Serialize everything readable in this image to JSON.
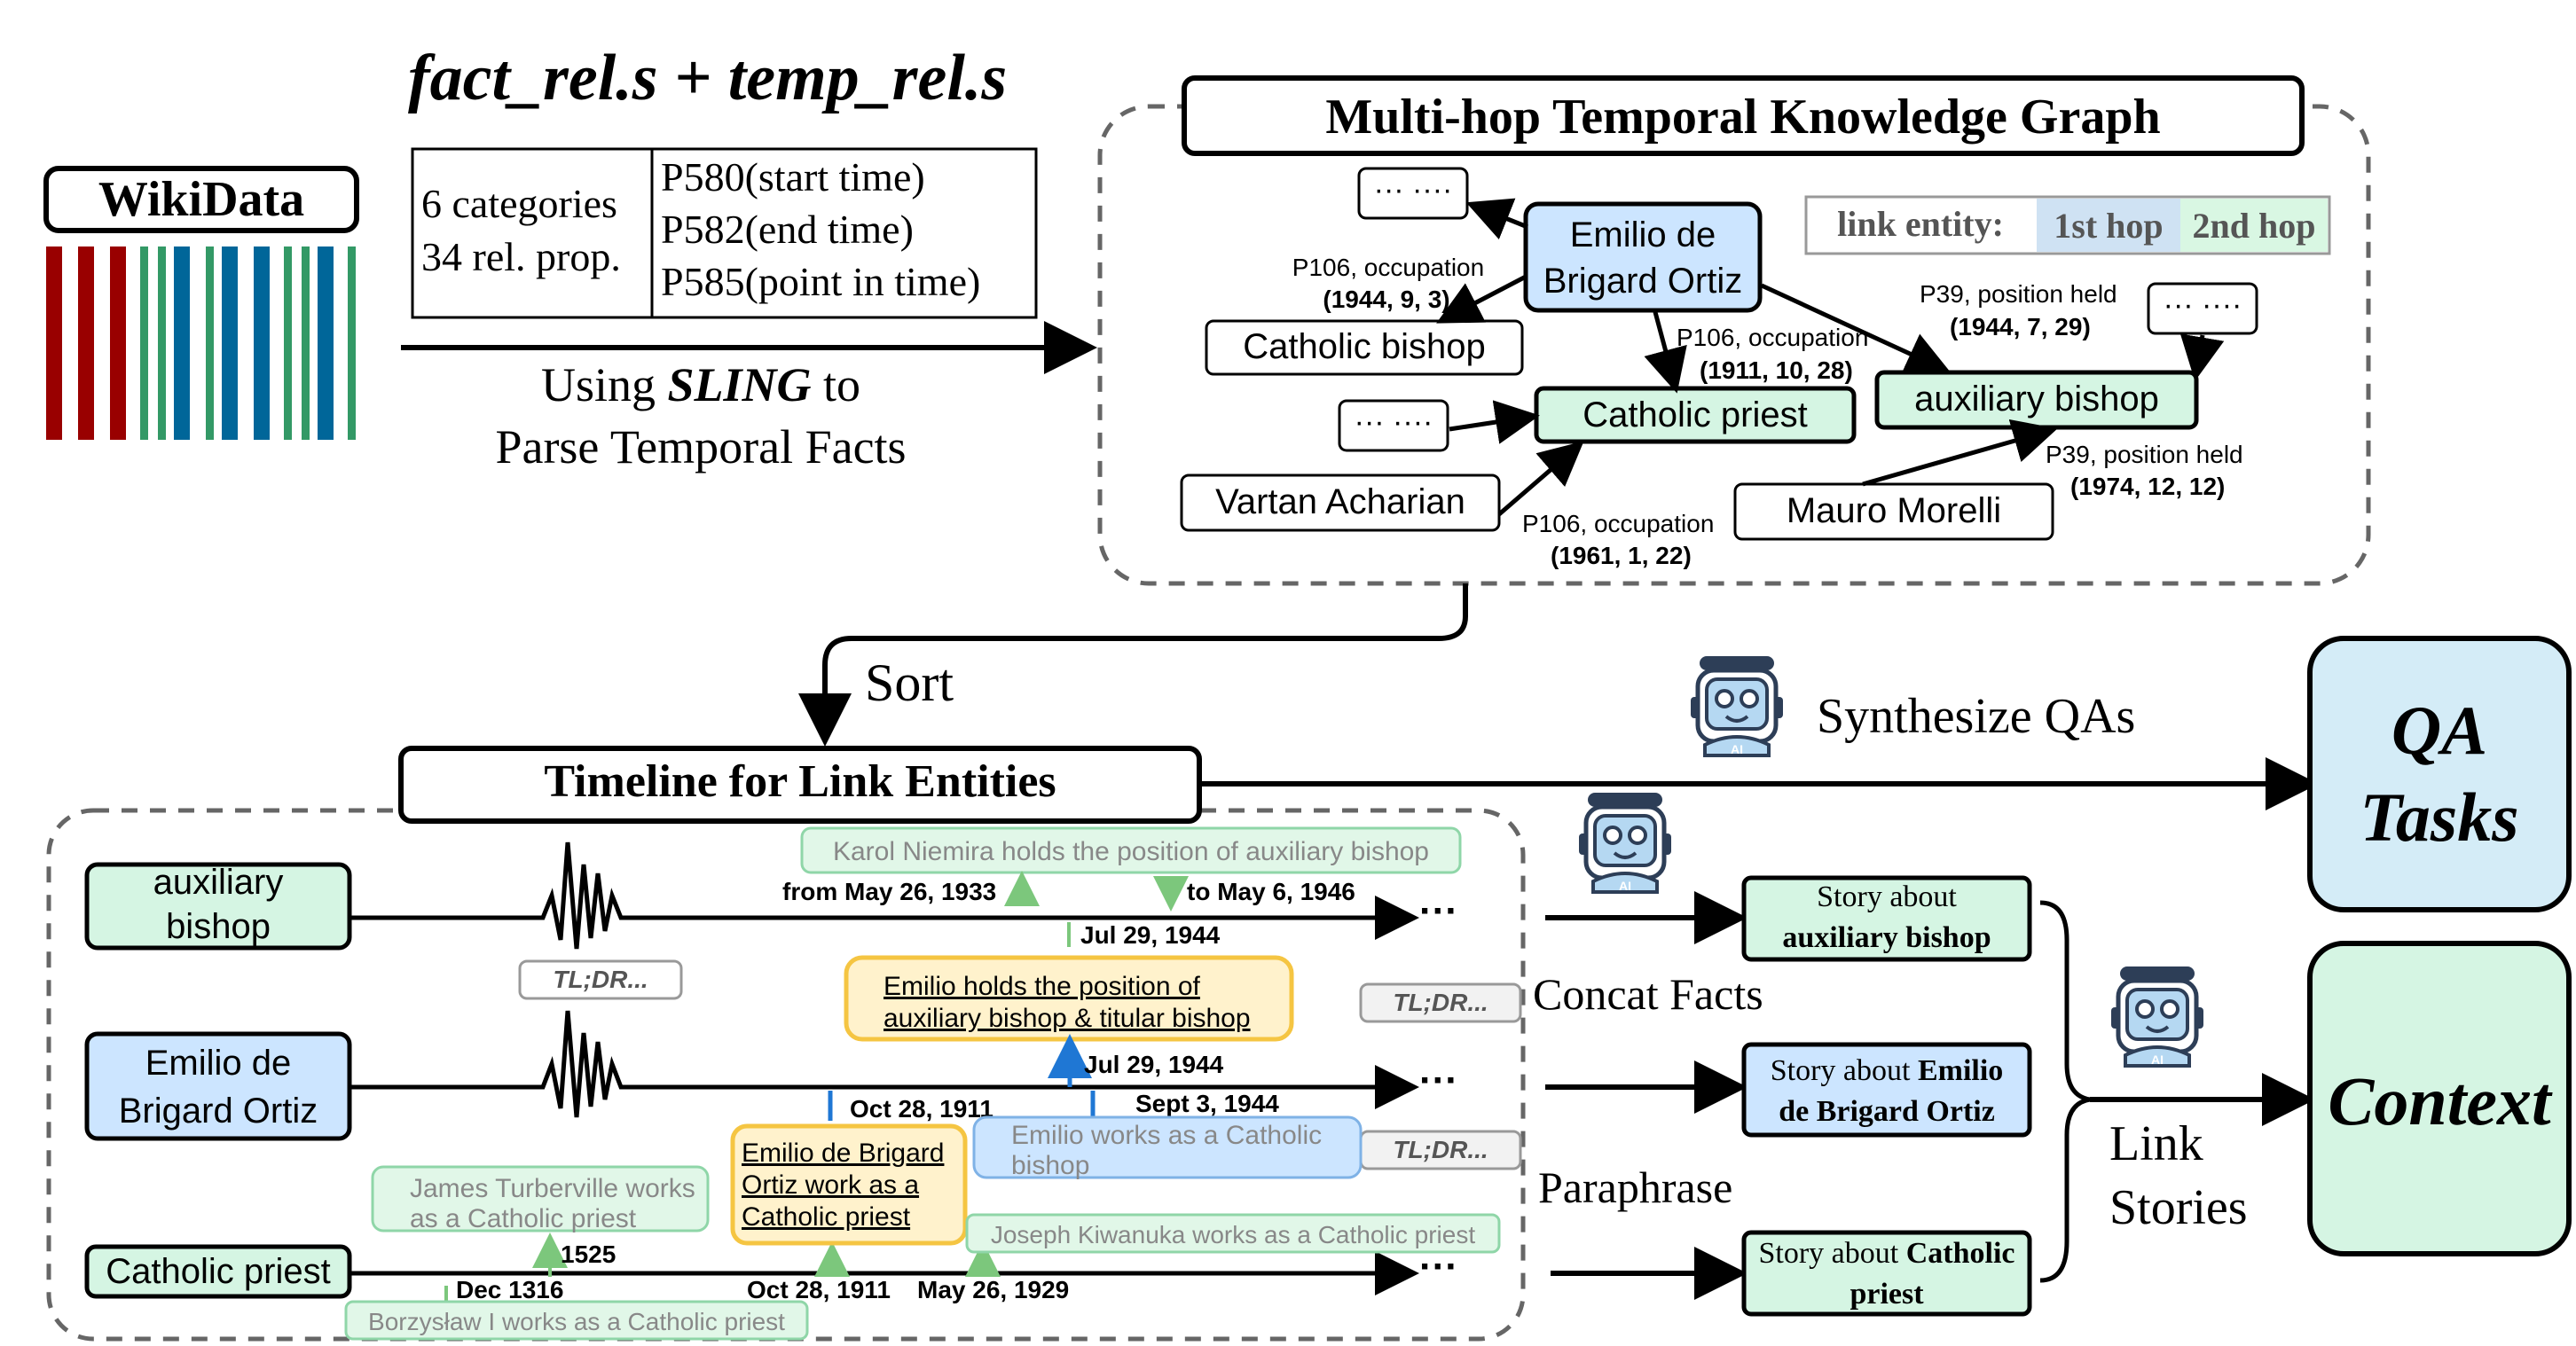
{
  "wikidata": {
    "title": "WikiData",
    "stripe_colors": [
      "#990000",
      "#339966",
      "#006699"
    ]
  },
  "relations": {
    "heading": "fact_rel.s + temp_rel.s",
    "categories": "6 categories",
    "rel_props": "34 rel. prop.",
    "p580": "P580(start time)",
    "p582": "P582(end time)",
    "p585": "P585(point in time)"
  },
  "sling": {
    "line1_pre": "Using ",
    "line1_em": "SLING",
    "line1_post": " to",
    "line2": "Parse Temporal Facts"
  },
  "graph": {
    "title": "Multi-hop Temporal Knowledge Graph",
    "legend_label": "link entity:",
    "legend_hop1": "1st hop",
    "legend_hop2": "2nd hop",
    "ellipsis": "··· ····",
    "emilio_line1": "Emilio de",
    "emilio_line2": "Brigard Ortiz",
    "catholic_bishop": "Catholic bishop",
    "catholic_priest": "Catholic priest",
    "auxiliary_bishop": "auxiliary bishop",
    "vartan": "Vartan Acharian",
    "mauro": "Mauro Morelli",
    "e1_rel": "P106, occupation",
    "e1_date": "(1944, 9, 3)",
    "e2_rel": "P106, occupation",
    "e2_date": "(1911, 10, 28)",
    "e3_rel": "P39, position held",
    "e3_date": "(1944, 7, 29)",
    "e4_rel": "P39, position held",
    "e4_date": "(1974, 12, 12)",
    "e5_rel": "P106, occupation",
    "e5_date": "(1961, 1, 22)"
  },
  "sort_label": "Sort",
  "timeline": {
    "title": "Timeline for Link Entities",
    "aux_line1": "auxiliary",
    "aux_line2": "bishop",
    "emilio_line1": "Emilio de",
    "emilio_line2": "Brigard Ortiz",
    "priest": "Catholic priest",
    "karol": "Karol Niemira holds the position of auxiliary bishop",
    "from_may": "from May 26, 1933",
    "to_may": "to May 6, 1946",
    "jul29_a": "Jul 29, 1944",
    "tldr": "TL;DR...",
    "emilio_holds_1": "Emilio holds the position of",
    "emilio_holds_2": "auxiliary bishop & titular bishop",
    "jul29_b": "Jul 29, 1944",
    "oct28_a": "Oct 28, 1911",
    "sept3": "Sept 3, 1944",
    "emilio_works_1": "Emilio works as a Catholic",
    "emilio_works_2": "bishop",
    "james_1": "James Turberville works",
    "james_2": "as a Catholic priest",
    "emilio_priest_1": "Emilio de Brigard",
    "emilio_priest_2": "Ortiz work as a",
    "emilio_priest_3": "Catholic priest",
    "joseph": "Joseph Kiwanuka works as a Catholic priest",
    "y1525": "1525",
    "dec1316": "Dec 1316",
    "oct28_b": "Oct 28, 1911",
    "may26": "May 26, 1929",
    "borzyslaw": "Borzysław I works as a Catholic priest",
    "ellipsis": "···"
  },
  "synthesize": "Synthesize QAs",
  "concat": "Concat Facts",
  "paraphrase": "Paraphrase",
  "stories": {
    "aux_pre": "Story about",
    "aux_bold": "auxiliary bishop",
    "emilio_pre": "Story about ",
    "emilio_bold1": "Emilio",
    "emilio_bold2": "de Brigard Ortiz",
    "priest_pre": "Story about ",
    "priest_bold1": "Catholic",
    "priest_bold2": "priest"
  },
  "link_stories_1": "Link",
  "link_stories_2": "Stories",
  "qa_line1": "QA",
  "qa_line2": "Tasks",
  "context": "Context",
  "robot_badge": "AI",
  "colors": {
    "green": "#d5f5e3",
    "blue": "#cce5ff",
    "yellow": "#fff2cc",
    "qa_bg": "#d4ecf7",
    "context_bg": "#d5f5e3",
    "faded_green": "#e1f7e8",
    "legend_blue": "#cfe2f3",
    "legend_green": "#d9f7e3"
  },
  "icons": [
    "robot-icon",
    "arrow-icon",
    "squiggle-icon"
  ]
}
